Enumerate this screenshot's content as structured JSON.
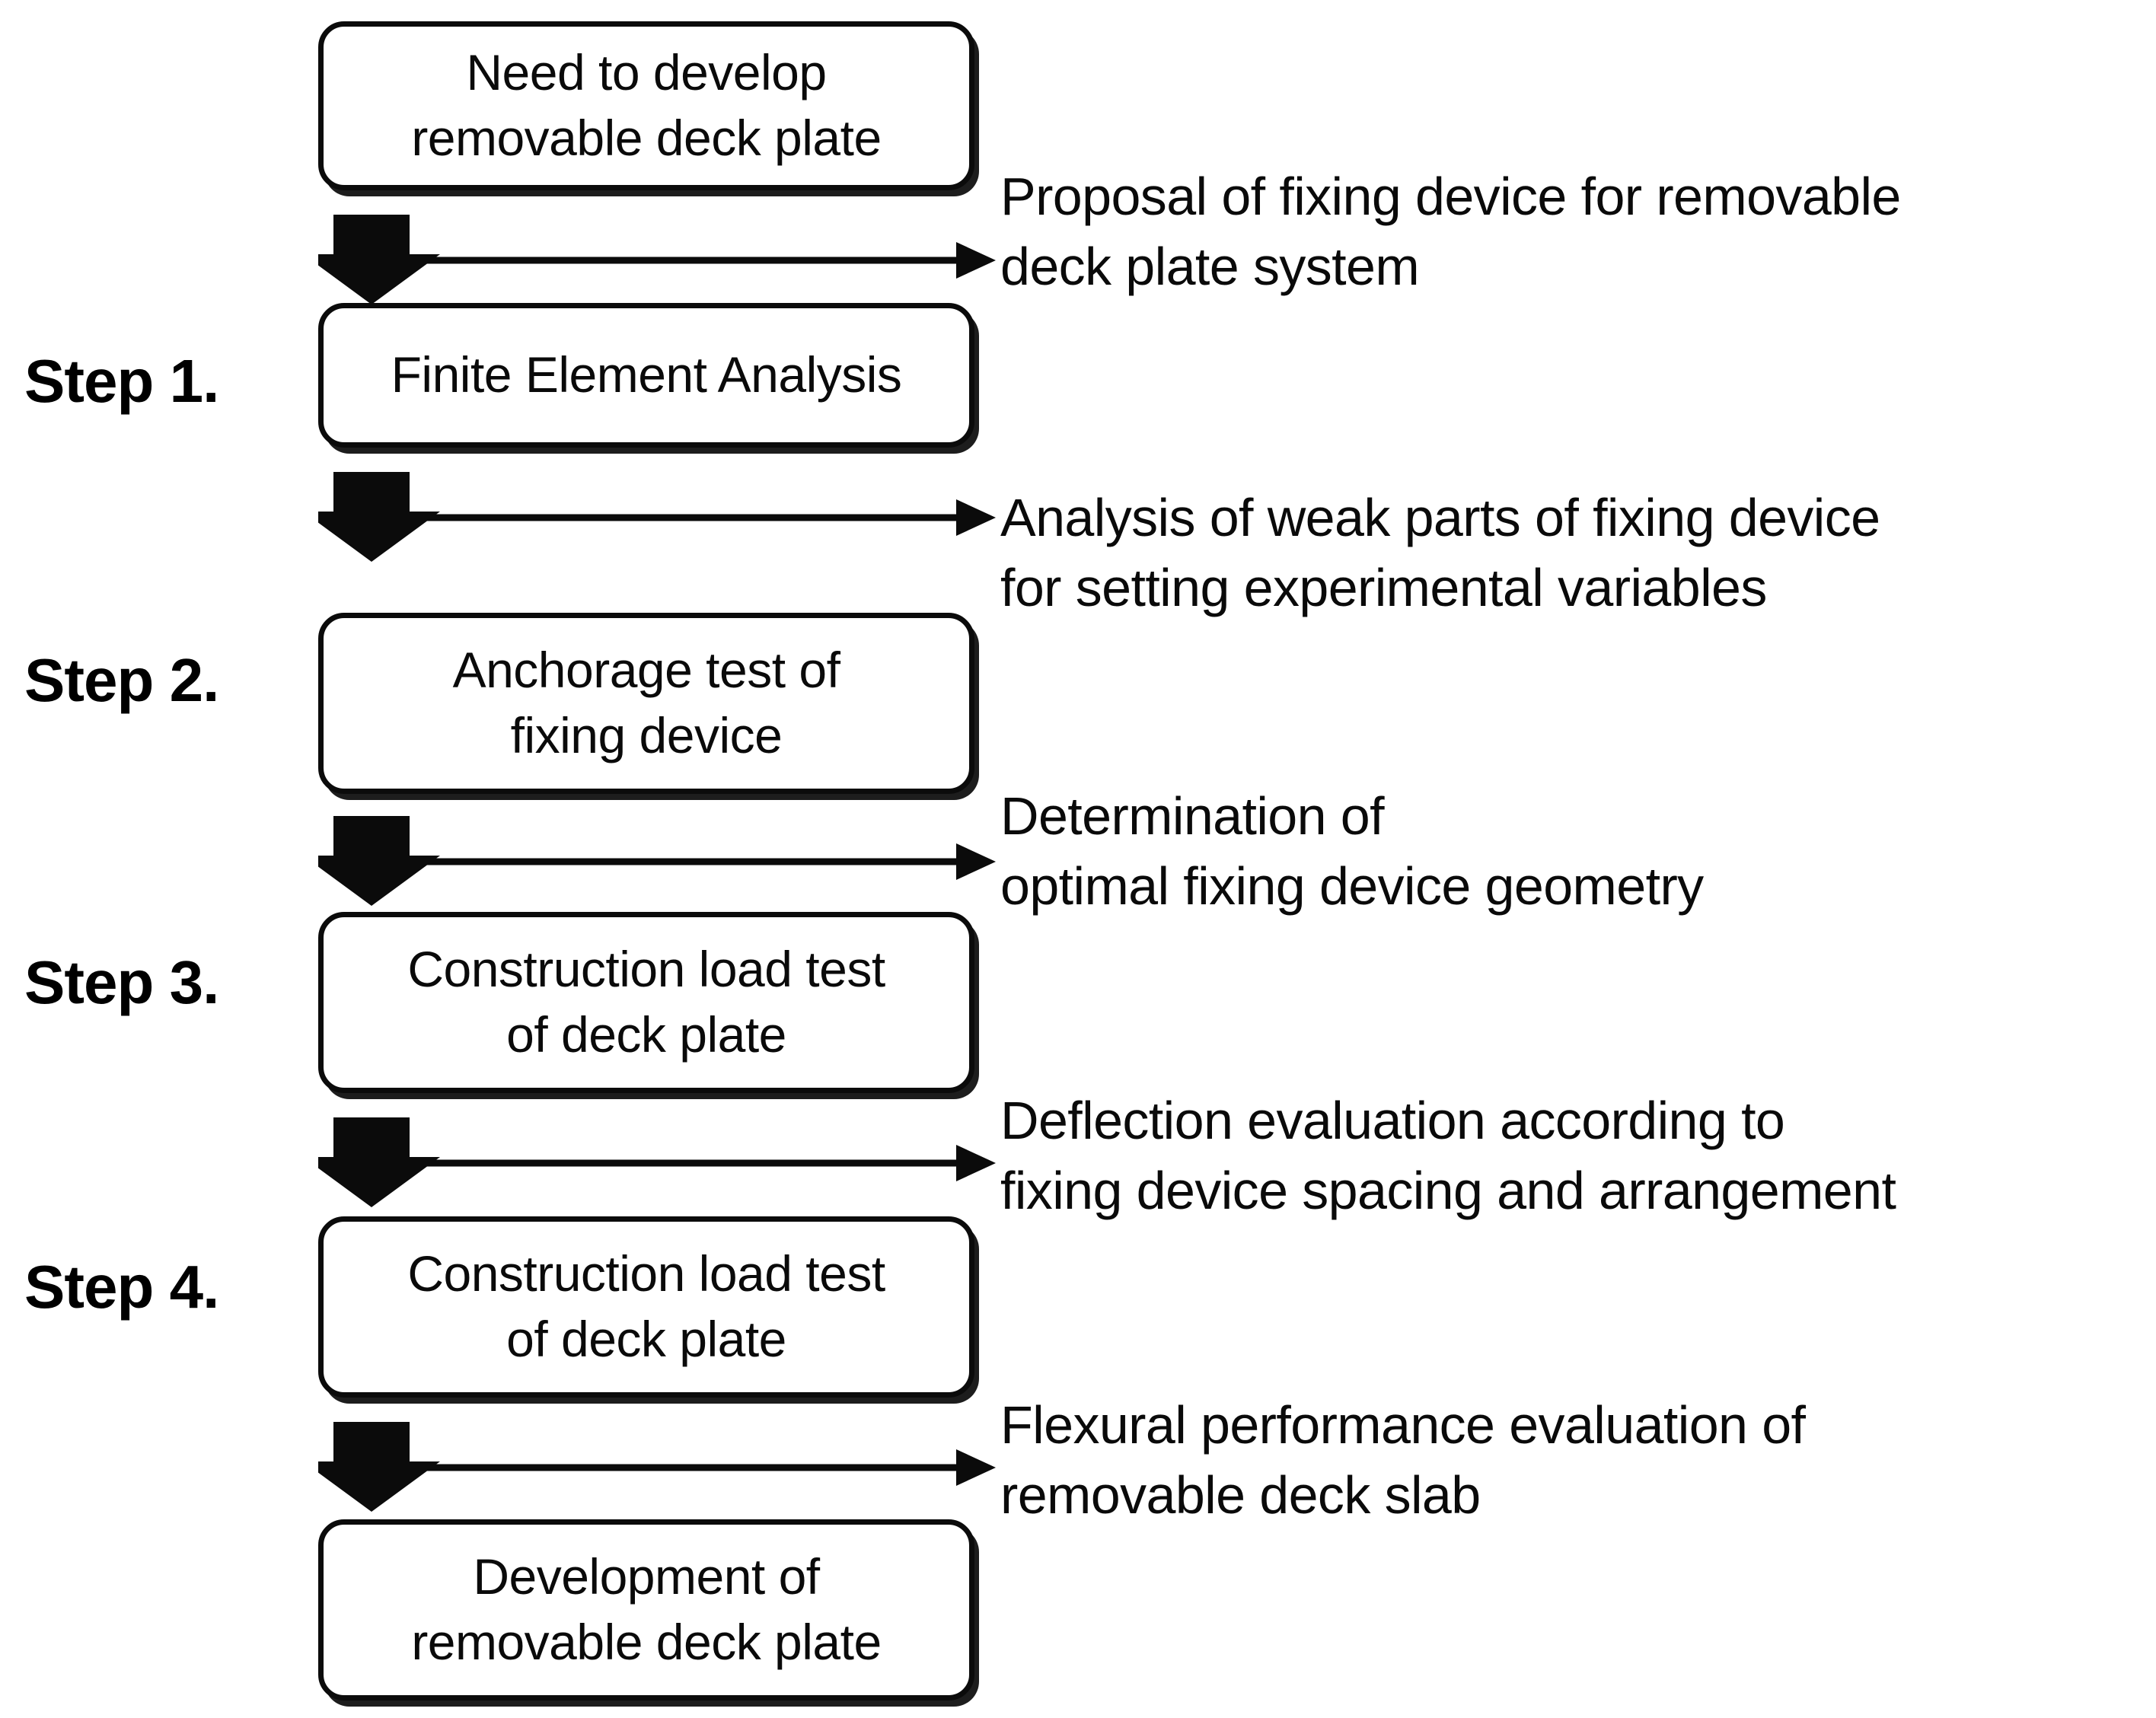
{
  "diagram": {
    "type": "flowchart",
    "orientation": "vertical",
    "colors": {
      "stroke": "#0b0b0b",
      "fill": "#ffffff",
      "text": "#0a0a0a",
      "background": "#ffffff"
    },
    "boxes": [
      {
        "id": "box-need",
        "text": "Need to develop\nremovable deck plate"
      },
      {
        "id": "box-fea",
        "text": "Finite Element Analysis"
      },
      {
        "id": "box-anchorage",
        "text": "Anchorage test of\nfixing device"
      },
      {
        "id": "box-construct-1",
        "text": "Construction load test\nof deck plate"
      },
      {
        "id": "box-construct-2",
        "text": "Construction load test\nof deck plate"
      },
      {
        "id": "box-development",
        "text": "Development of\nremovable deck plate"
      }
    ],
    "step_labels": [
      {
        "id": "step-1",
        "text": "Step 1."
      },
      {
        "id": "step-2",
        "text": "Step 2."
      },
      {
        "id": "step-3",
        "text": "Step 3."
      },
      {
        "id": "step-4",
        "text": "Step 4."
      }
    ],
    "annotations": [
      {
        "id": "ann-1",
        "text": "Proposal of fixing device for removable\ndeck plate system"
      },
      {
        "id": "ann-2",
        "text": "Analysis of weak parts of fixing device\nfor setting experimental variables"
      },
      {
        "id": "ann-3",
        "text": "Determination of\noptimal fixing device geometry"
      },
      {
        "id": "ann-4",
        "text": "Deflection evaluation according to\nfixing device spacing and arrangement"
      },
      {
        "id": "ann-5",
        "text": "Flexural performance evaluation of\nremovable deck slab"
      }
    ],
    "connectors": [
      {
        "id": "connector-1",
        "down_arrow": "thick-block-arrow-down",
        "side_arrow": "thin-arrow-right"
      },
      {
        "id": "connector-2",
        "down_arrow": "thick-block-arrow-down",
        "side_arrow": "thin-arrow-right"
      },
      {
        "id": "connector-3",
        "down_arrow": "thick-block-arrow-down",
        "side_arrow": "thin-arrow-right"
      },
      {
        "id": "connector-4",
        "down_arrow": "thick-block-arrow-down",
        "side_arrow": "thin-arrow-right"
      },
      {
        "id": "connector-5",
        "down_arrow": "thick-block-arrow-down",
        "side_arrow": "thin-arrow-right"
      }
    ]
  }
}
